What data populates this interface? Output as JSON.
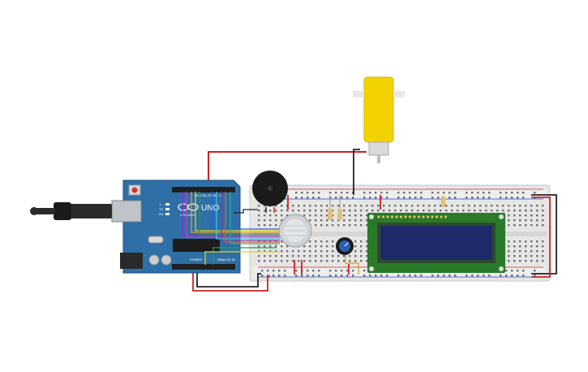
{
  "arduino": {
    "board_name": "UNO",
    "brand": "ARDUINO",
    "digital_label": "DIGITAL (PWM ~)",
    "power_label": "POWER",
    "analog_label": "ANALOG IN",
    "tx_label": "TX",
    "rx_label": "RX",
    "l_label": "L"
  },
  "lcd": {
    "pin_count": 16
  },
  "colors": {
    "board": "#2f6fa7",
    "breadboard": "#e8e8e8",
    "lcd_screen": "#1f2a6b",
    "lcd_frame": "#2a7a2a",
    "motor": "#f2d200",
    "wire_red": "#d02020",
    "wire_black": "#222222"
  },
  "icons": [
    "usb-cable-icon",
    "buzzer-icon",
    "gas-sensor-icon",
    "potentiometer-icon",
    "dc-motor-icon",
    "resistor-icon"
  ]
}
